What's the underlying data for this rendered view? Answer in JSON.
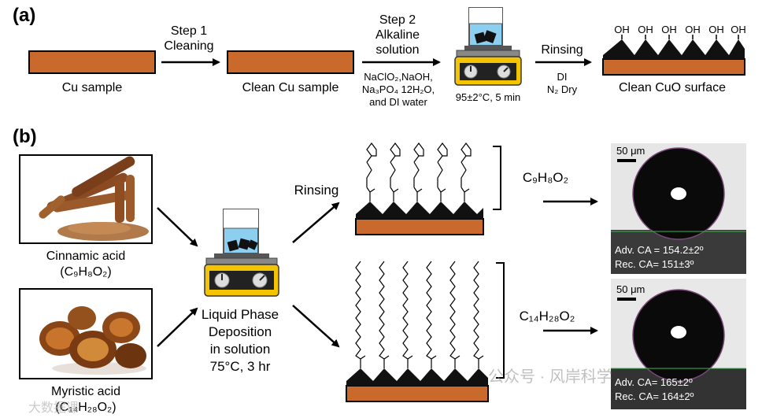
{
  "panel_a": {
    "tag": "(a)",
    "cu_sample": "Cu sample",
    "step1_line1": "Step 1",
    "step1_line2": "Cleaning",
    "clean_cu": "Clean Cu sample",
    "step2_line1": "Step 2",
    "step2_line2": "Alkaline",
    "step2_line3": "solution",
    "reagents_line1": "NaClO₂,NaOH,",
    "reagents_line2": "Na₃PO₄ 12H₂O,",
    "reagents_line3": "and DI water",
    "condition": "95±2°C, 5 min",
    "rinsing": "Rinsing",
    "di": "DI",
    "n2dry": "N₂ Dry",
    "oh_label": "OH",
    "clean_cuo": "Clean CuO surface"
  },
  "panel_b": {
    "tag": "(b)",
    "cinnamic_name": "Cinnamic acid",
    "cinnamic_formula": "(C₉H₈O₂)",
    "myristic_name": "Myristic acid",
    "myristic_formula": "(C₁₄H₂₈O₂)",
    "process_line1": "Liquid Phase",
    "process_line2": "Deposition",
    "process_line3": "in solution",
    "process_line4": "75°C, 3 hr",
    "rinsing": "Rinsing",
    "formula_top": "C₉H₈O₂",
    "formula_bottom": "C₁₄H₂₈O₂",
    "scale_top": "50 μm",
    "adv_top": "Adv. CA = 154.2±2º",
    "rec_top": "Rec. CA= 151±3º",
    "scale_bottom": "50 μm",
    "adv_bottom": "Adv. CA= 165±2º",
    "rec_bottom": "Rec. CA= 164±2º"
  },
  "watermark": {
    "bottom_right": "公众号 · 风岸科学",
    "bottom_left": "大数据课"
  },
  "colors": {
    "copper": "#c96a2c",
    "hotplate_yellow": "#f5c400",
    "water_blue": "#8ccff0"
  }
}
